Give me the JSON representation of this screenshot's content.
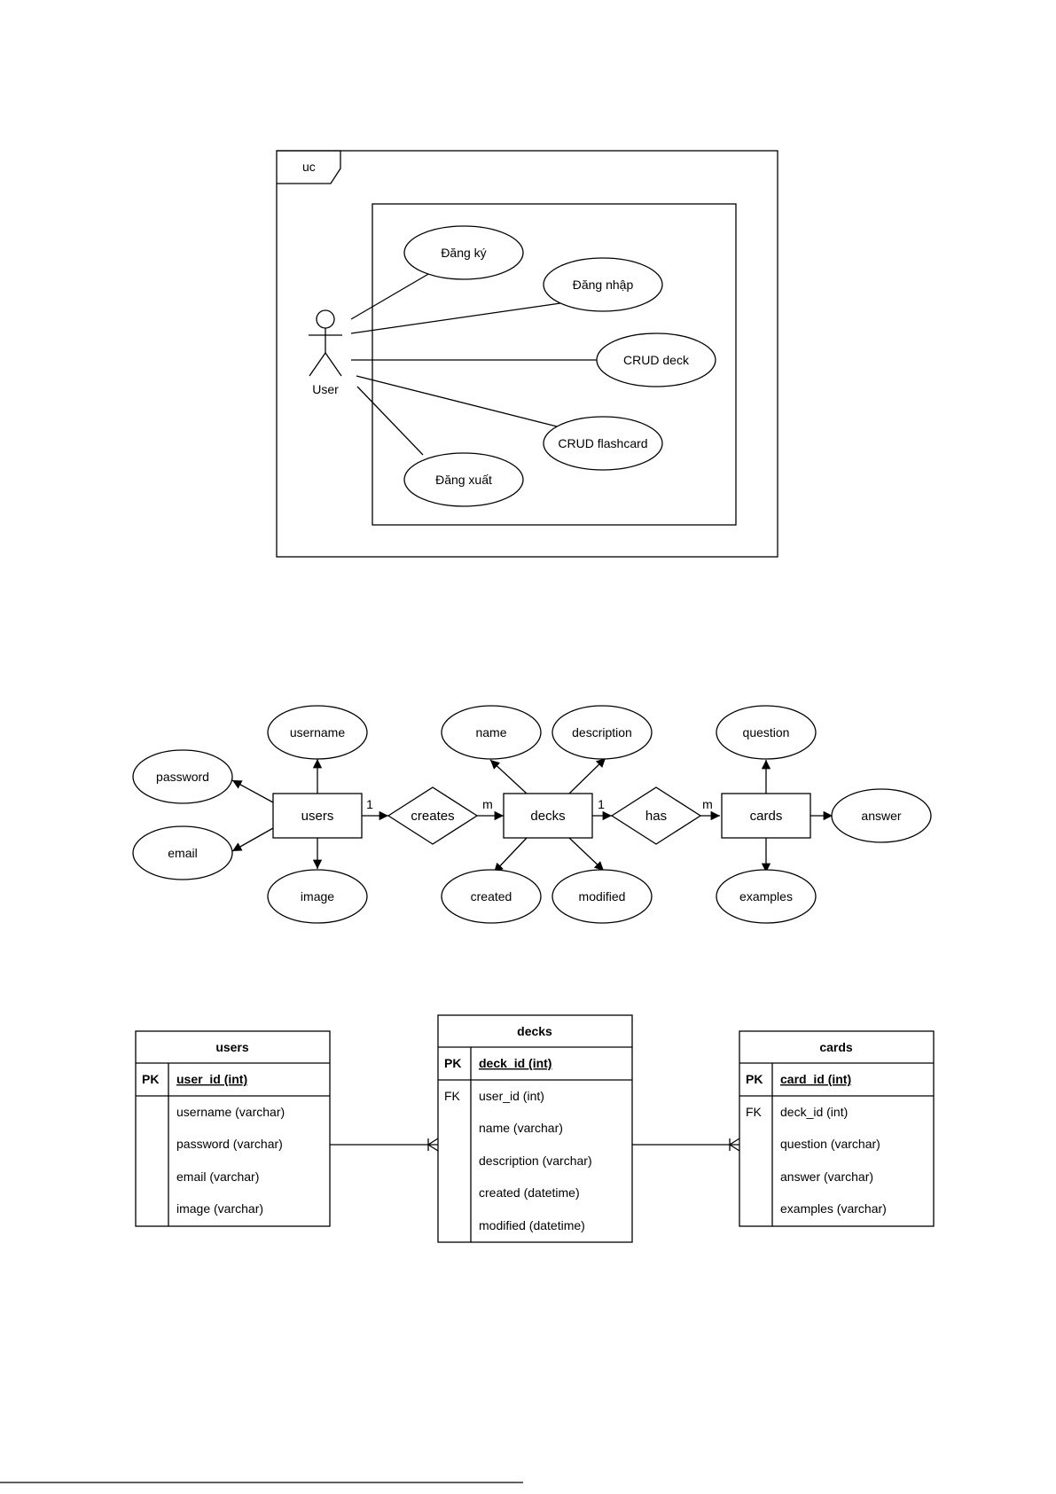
{
  "use_case": {
    "frame_label": "uc",
    "actor": {
      "name": "User",
      "icon": "stick-figure-actor-icon"
    },
    "use_cases": [
      "Đăng ký",
      "Đăng nhập",
      "CRUD deck",
      "CRUD flashcard",
      "Đăng xuất"
    ]
  },
  "er_diagram": {
    "entities": [
      "users",
      "decks",
      "cards"
    ],
    "relationships": [
      {
        "name": "creates",
        "from": "users",
        "to": "decks",
        "from_card": "1",
        "to_card": "m"
      },
      {
        "name": "has",
        "from": "decks",
        "to": "cards",
        "from_card": "1",
        "to_card": "m"
      }
    ],
    "attributes": {
      "users": [
        "username",
        "password",
        "email",
        "image"
      ],
      "decks": [
        "name",
        "description",
        "created",
        "modified"
      ],
      "cards": [
        "question",
        "answer",
        "examples"
      ]
    }
  },
  "schema": {
    "tables": [
      {
        "name": "users",
        "pk": {
          "key": "PK",
          "field": "user_id (int)"
        },
        "rows": [
          {
            "key": "",
            "field": "username (varchar)"
          },
          {
            "key": "",
            "field": "password (varchar)"
          },
          {
            "key": "",
            "field": "email (varchar)"
          },
          {
            "key": "",
            "field": "image (varchar)"
          }
        ]
      },
      {
        "name": "decks",
        "pk": {
          "key": "PK",
          "field": "deck_id (int)"
        },
        "rows": [
          {
            "key": "FK",
            "field": "user_id (int)"
          },
          {
            "key": "",
            "field": "name (varchar)"
          },
          {
            "key": "",
            "field": "description (varchar)"
          },
          {
            "key": "",
            "field": "created (datetime)"
          },
          {
            "key": "",
            "field": "modified (datetime)"
          }
        ]
      },
      {
        "name": "cards",
        "pk": {
          "key": "PK",
          "field": "card_id (int)"
        },
        "rows": [
          {
            "key": "FK",
            "field": "deck_id (int)"
          },
          {
            "key": "",
            "field": "question (varchar)"
          },
          {
            "key": "",
            "field": "answer (varchar)"
          },
          {
            "key": "",
            "field": "examples (varchar)"
          }
        ]
      }
    ],
    "links": [
      {
        "from": "users",
        "to": "decks",
        "notation": "one-to-many crow-foot"
      },
      {
        "from": "decks",
        "to": "cards",
        "notation": "one-to-many crow-foot"
      }
    ]
  }
}
